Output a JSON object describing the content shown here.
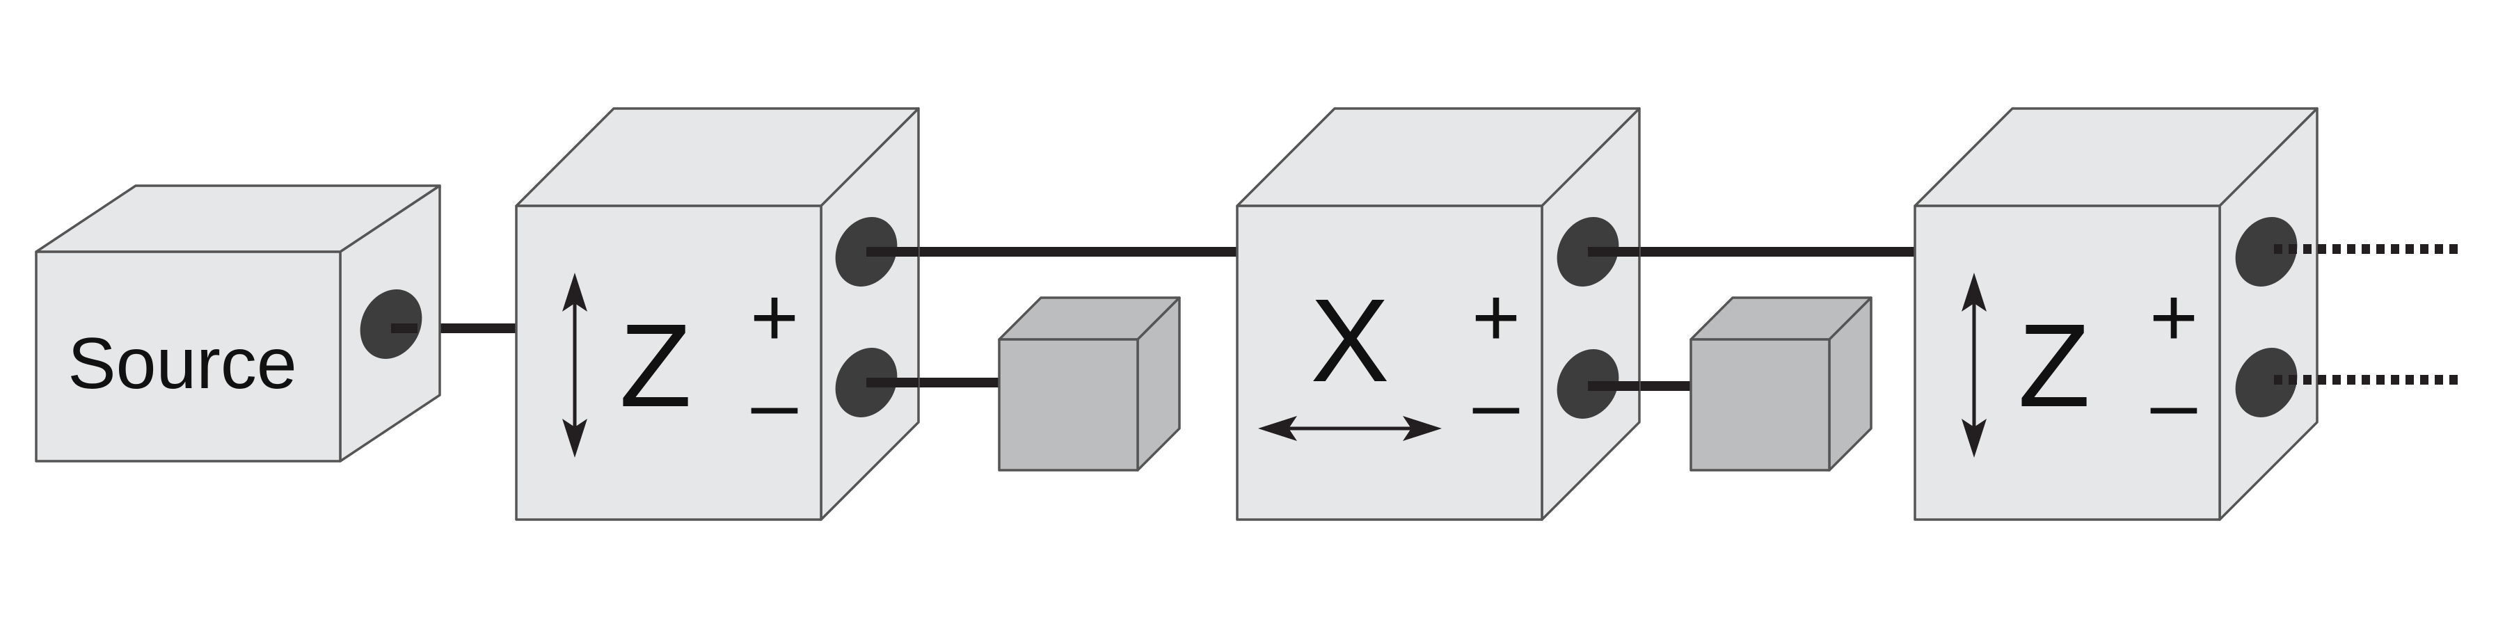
{
  "source": {
    "label": "Source"
  },
  "stages": [
    {
      "axis": "Z",
      "plus": "+",
      "minus": "–"
    },
    {
      "axis": "X",
      "plus": "+",
      "minus": "–"
    },
    {
      "axis": "Z",
      "plus": "+",
      "minus": "–"
    }
  ],
  "colors": {
    "box_face": "#e6e7e8",
    "small_box_face": "#bcbdbf",
    "port": "#3d3d3d",
    "wire": "#231f20",
    "outline": "#555555"
  }
}
